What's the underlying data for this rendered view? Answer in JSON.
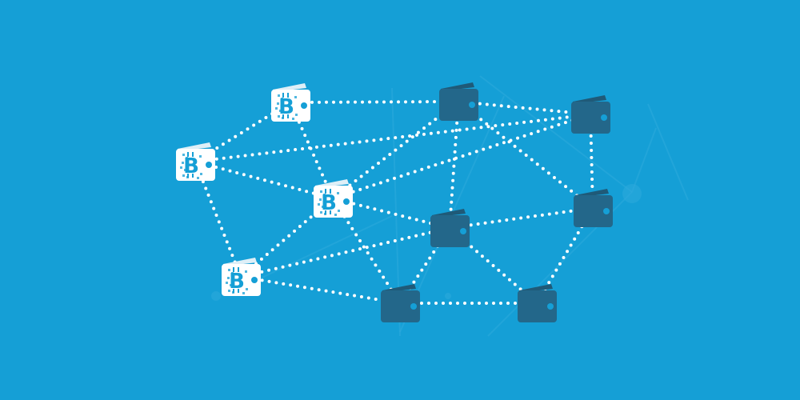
{
  "diagram": {
    "nodes": [
      {
        "id": "b1",
        "kind": "bitcoin-wallet",
        "icon": "bitcoin-wallet-icon",
        "letter": "B"
      },
      {
        "id": "b2",
        "kind": "bitcoin-wallet",
        "icon": "bitcoin-wallet-icon",
        "letter": "B"
      },
      {
        "id": "b3",
        "kind": "bitcoin-wallet",
        "icon": "bitcoin-wallet-icon",
        "letter": "B"
      },
      {
        "id": "b4",
        "kind": "bitcoin-wallet",
        "icon": "bitcoin-wallet-icon",
        "letter": "B"
      },
      {
        "id": "w1",
        "kind": "wallet",
        "icon": "wallet-icon"
      },
      {
        "id": "w2",
        "kind": "wallet",
        "icon": "wallet-icon"
      },
      {
        "id": "w3",
        "kind": "wallet",
        "icon": "wallet-icon"
      },
      {
        "id": "w4",
        "kind": "wallet",
        "icon": "wallet-icon"
      },
      {
        "id": "w5",
        "kind": "wallet",
        "icon": "wallet-icon"
      },
      {
        "id": "w6",
        "kind": "wallet",
        "icon": "wallet-icon"
      }
    ],
    "edges": [
      [
        "b1",
        "b2"
      ],
      [
        "b1",
        "w1"
      ],
      [
        "b1",
        "b3"
      ],
      [
        "b2",
        "b3"
      ],
      [
        "b2",
        "b4"
      ],
      [
        "b2",
        "w2"
      ],
      [
        "b3",
        "b4"
      ],
      [
        "b3",
        "w1"
      ],
      [
        "b3",
        "w3"
      ],
      [
        "b3",
        "w2"
      ],
      [
        "b3",
        "w5"
      ],
      [
        "b4",
        "w3"
      ],
      [
        "b4",
        "w5"
      ],
      [
        "w1",
        "w2"
      ],
      [
        "w1",
        "w3"
      ],
      [
        "w1",
        "w4"
      ],
      [
        "w2",
        "w4"
      ],
      [
        "w3",
        "w4"
      ],
      [
        "w3",
        "w5"
      ],
      [
        "w3",
        "w6"
      ],
      [
        "w4",
        "w6"
      ],
      [
        "w5",
        "w6"
      ]
    ]
  },
  "colors": {
    "background": "#159fd6",
    "background_network": "#2eaadd",
    "link": "#ffffff",
    "bitcoin_wallet_body": "#ffffff",
    "bitcoin_wallet_flap": "#dfeff7",
    "bitcoin_symbol": "#159fd6",
    "wallet_body": "#23678a",
    "wallet_flap": "#1f5a78",
    "wallet_clasp": "#159fd6"
  }
}
